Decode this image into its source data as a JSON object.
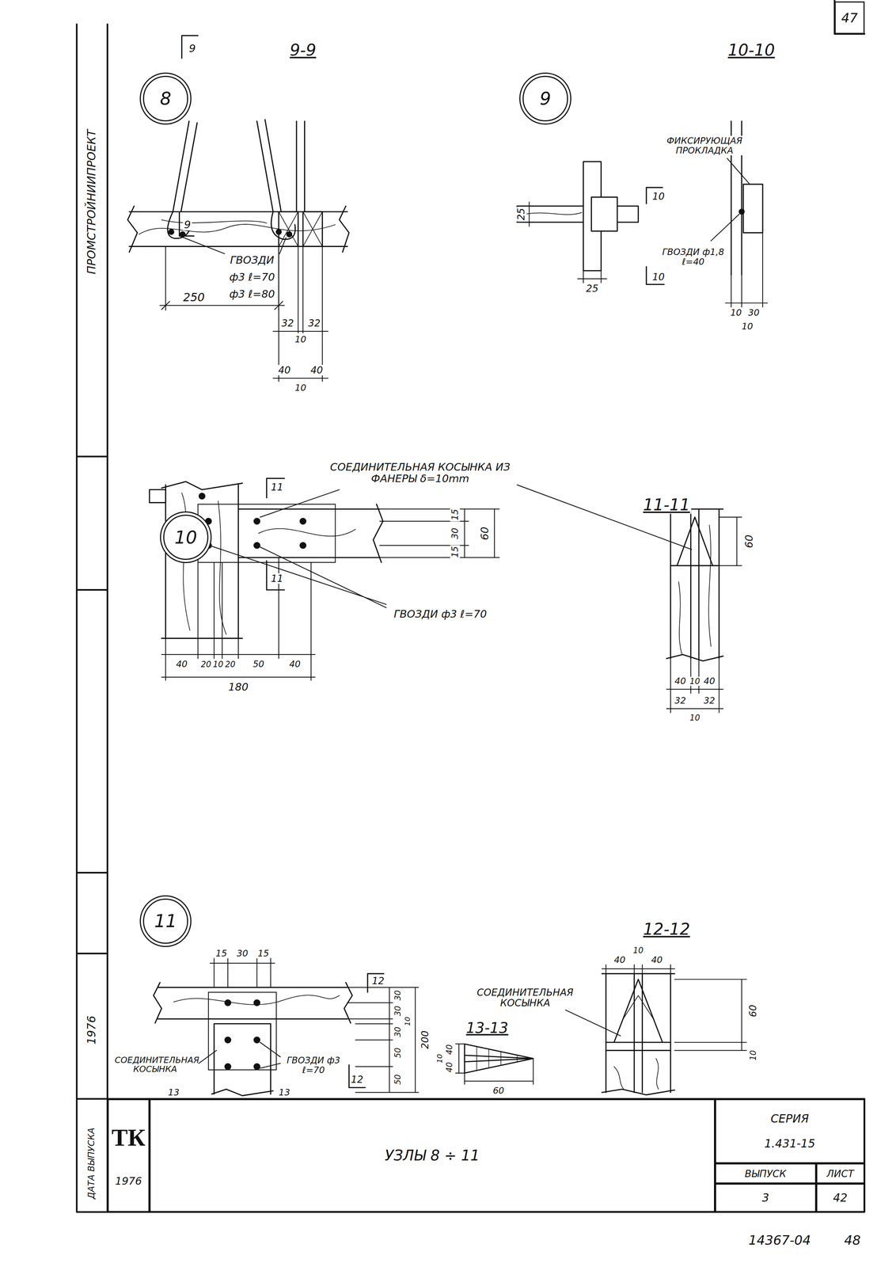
{
  "diagram": {
    "title": "УЗЛЫ 8 ÷ 11",
    "nodes": [
      {
        "text": [
          "47"
        ]
      },
      {
        "text": [
          "8"
        ]
      },
      {
        "text": [
          "9"
        ]
      },
      {
        "text": [
          "10"
        ]
      },
      {
        "text": [
          "11"
        ]
      },
      {
        "text": [
          "ТК",
          "1976"
        ]
      },
      {
        "text": [
          "УЗЛЫ 8 ÷ 11"
        ]
      },
      {
        "text": [
          "СЕРИЯ",
          "1.431-15"
        ]
      },
      {
        "text": [
          "ВЫПУСК"
        ]
      },
      {
        "text": [
          "ЛИСТ"
        ]
      },
      {
        "text": [
          "3"
        ]
      },
      {
        "text": [
          "42"
        ]
      }
    ],
    "labels": [
      "ПРОМСТРОЙНИИПРОЕКТ",
      "1976",
      "ДАТА ВЫПУСКА",
      "9-9",
      "10-10",
      "9",
      "9",
      "ГВОЗДИ",
      "ф3 ℓ=70",
      "ф3 ℓ=80",
      "250",
      "32",
      "32",
      "10",
      "40",
      "40",
      "10",
      "ФИКСИРУЮЩАЯ ПРОКЛАДКА",
      "10",
      "10",
      "25",
      "25",
      "ГВОЗДИ ф1,8 ℓ=40",
      "10",
      "30",
      "10",
      "11-11",
      "11",
      "11",
      "СОЕДИНИТЕЛЬНАЯ КОСЫНКА ИЗ ФАНЕРЫ δ=10mm",
      "15",
      "30",
      "15",
      "60",
      "ГВОЗДИ ф3 ℓ=70",
      "40",
      "20",
      "10",
      "20",
      "50",
      "40",
      "180",
      "60",
      "40",
      "10",
      "40",
      "32",
      "32",
      "10",
      "12-12",
      "15",
      "30",
      "15",
      "12",
      "12",
      "30",
      "30",
      "10",
      "30",
      "50",
      "50",
      "200",
      "СОЕДИНИТЕЛЬНАЯ КОСЫНКА",
      "13",
      "ГВОЗДИ ф3 ℓ=70",
      "13",
      "40",
      "40",
      "10",
      "60",
      "10",
      "СОЕДИНИТЕЛЬНАЯ КОСЫНКА",
      "13-13",
      "40",
      "10",
      "40",
      "60",
      "14367-04",
      "48"
    ]
  }
}
